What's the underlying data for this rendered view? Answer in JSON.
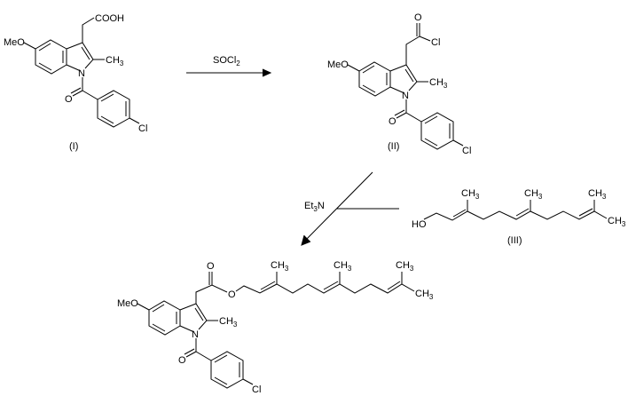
{
  "labels": {
    "compound_1": "(I)",
    "compound_2": "(II)",
    "compound_3": "(III)",
    "meo": "MeO",
    "n": "N",
    "o": "O",
    "cl": "Cl",
    "ch": "CH",
    "three": "3",
    "cooh": "COOH",
    "ho": "HO"
  },
  "reagents": {
    "step1_main": "SOCl",
    "step1_sub": "2",
    "step2_main_a": "Et",
    "step2_sub": "3",
    "step2_main_b": "N"
  },
  "colors": {
    "ink": "#000000",
    "background": "#ffffff"
  }
}
